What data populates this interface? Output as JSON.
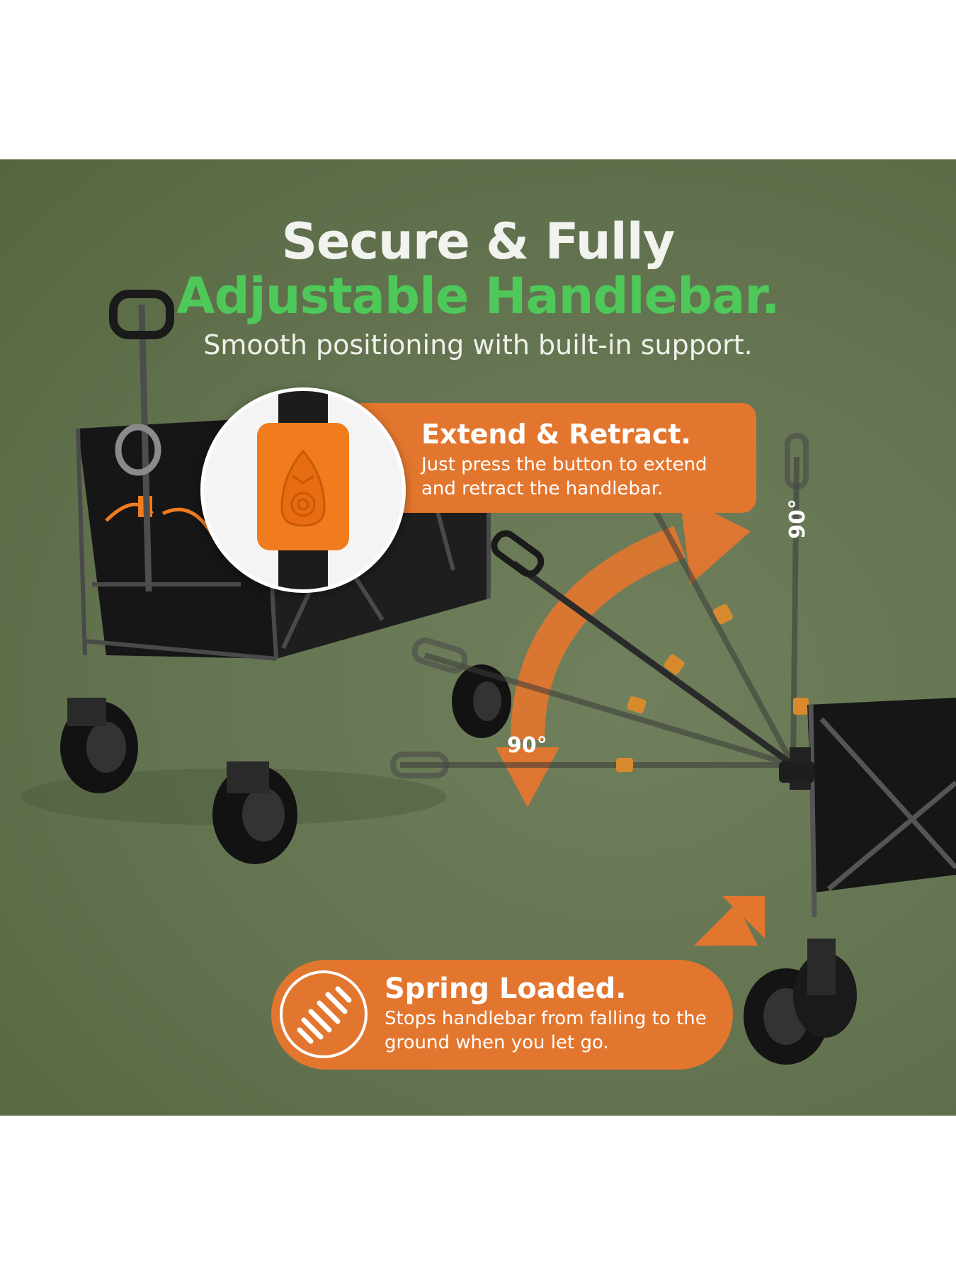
{
  "heading": {
    "line1": "Secure & Fully",
    "line2": "Adjustable Handlebar.",
    "subtitle": "Smooth positioning with built-in support."
  },
  "callout_extend": {
    "title": "Extend & Retract.",
    "text": "Just press the button to extend and retract the handlebar."
  },
  "callout_spring": {
    "title": "Spring Loaded.",
    "text": "Stops handlebar from falling to the ground when you let go."
  },
  "angle_labels": {
    "upper": "90°",
    "lower": "90°"
  },
  "colors": {
    "background": "#637350",
    "accent_orange": "#e3762e",
    "accent_green": "#4fc85a",
    "wagon_black": "#1a1a1a"
  },
  "icons": {
    "spring": "spring-icon",
    "press_button": "press-button-icon",
    "arc_arrow": "arc-arrow-icon",
    "up_arrow": "corner-arrow-icon"
  }
}
